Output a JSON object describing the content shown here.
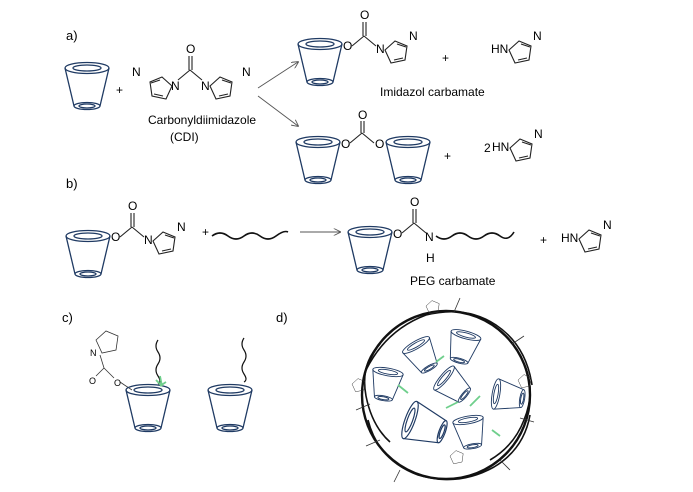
{
  "panels": {
    "a": "a)",
    "b": "b)",
    "c": "c)",
    "d": "d)"
  },
  "labels": {
    "cdi_name": "Carbonyldiimidazole",
    "cdi_abbr": "(CDI)",
    "imidazol_carbamate": "Imidazol carbamate",
    "peg_carbamate": "PEG carbamate",
    "plus": "+",
    "two": "2"
  },
  "atoms": {
    "O": "O",
    "N": "N",
    "HN": "HN",
    "H": "H"
  },
  "icons": [
    "cyclodextrin-cup-icon",
    "imidazole-ring-icon",
    "peg-chain-icon",
    "reaction-arrow-icon",
    "nanosponge-icon"
  ],
  "colors": {
    "cup_stroke": "#1f3a63",
    "crosslink": "#6fcf8c",
    "ink": "#000000"
  }
}
